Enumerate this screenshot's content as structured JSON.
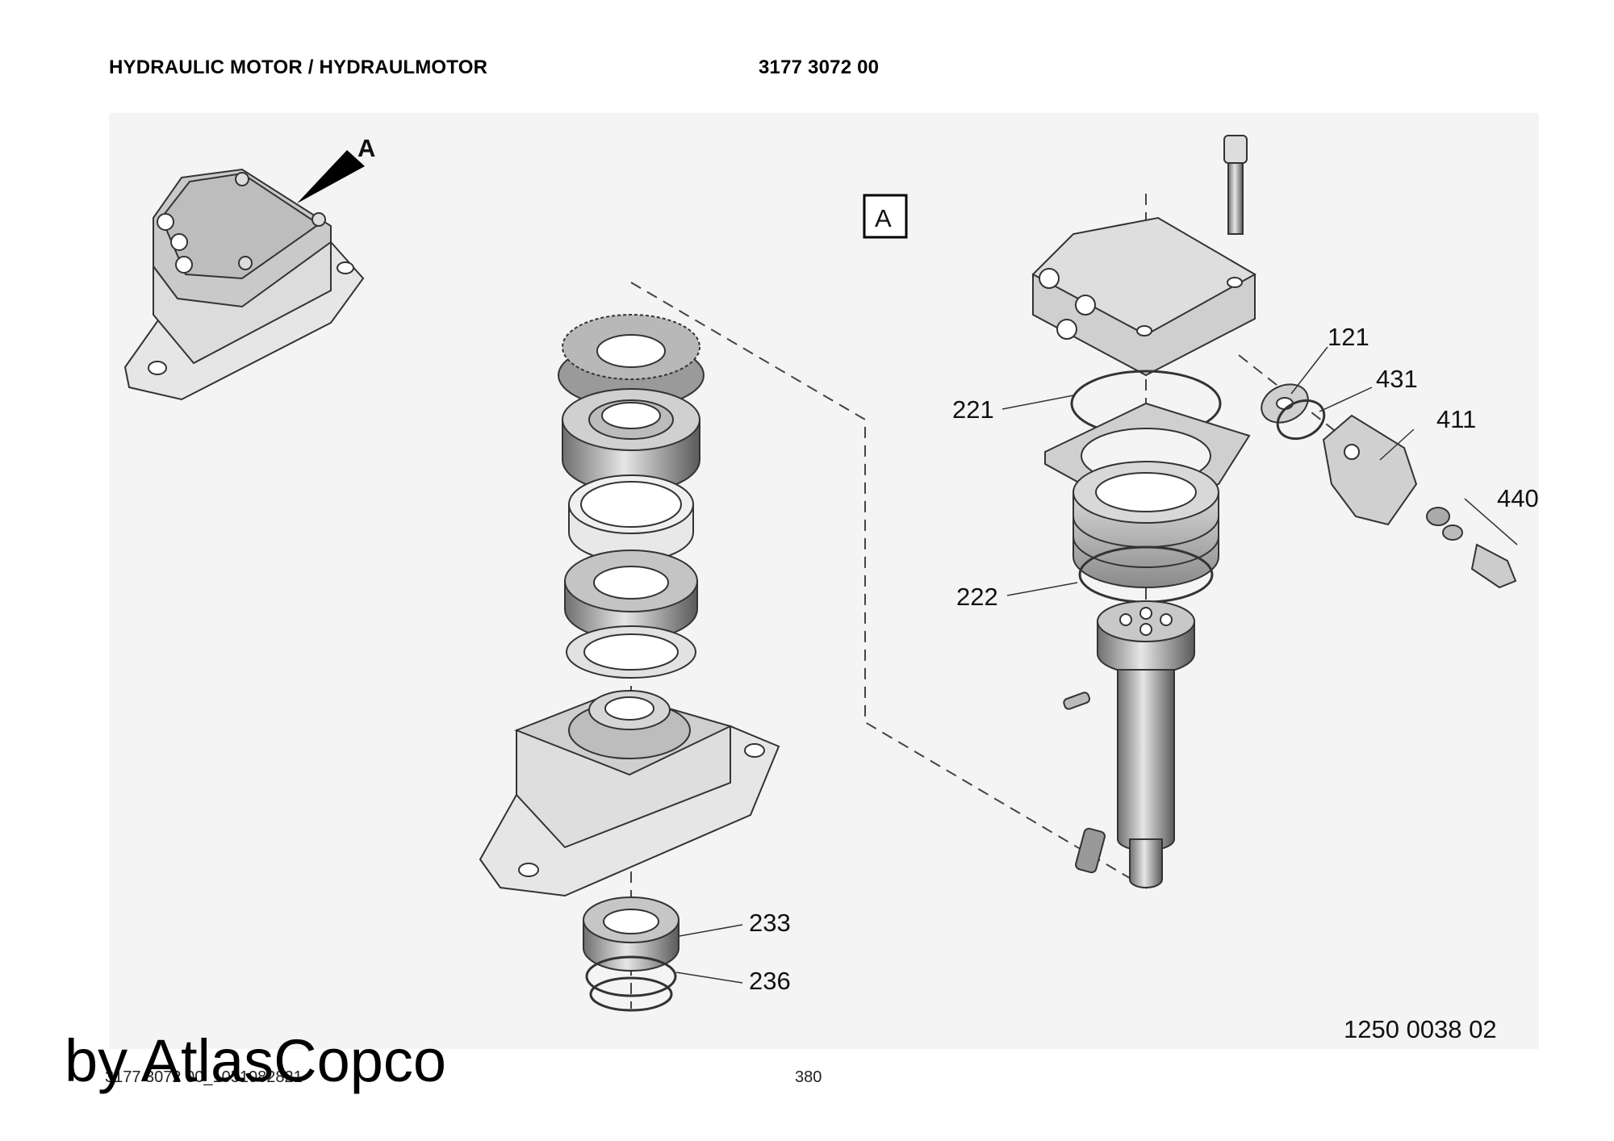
{
  "header": {
    "title": "HYDRAULIC MOTOR / HYDRAULMOTOR",
    "part_number": "3177 3072 00"
  },
  "detail_label": "A",
  "view_marker": "A",
  "callouts": {
    "c121": "121",
    "c431": "431",
    "c411": "411",
    "c440": "440",
    "c221": "221",
    "c222": "222",
    "c233": "233",
    "c236": "236"
  },
  "footer": {
    "drawing_number": "1250 0038 02",
    "file_reference": "3177 3072 00_1051082821",
    "page": "380",
    "watermark": "by AtlasCopco"
  }
}
